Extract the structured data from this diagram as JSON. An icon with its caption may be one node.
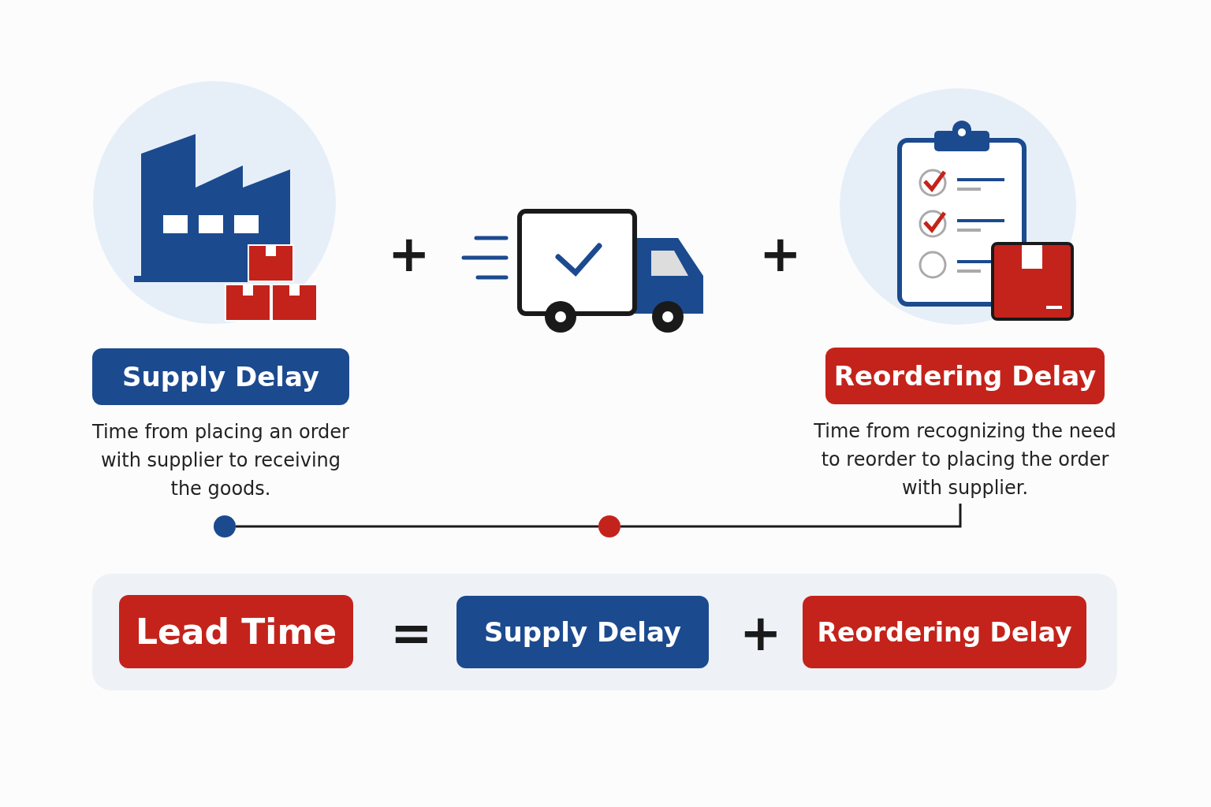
{
  "diagram": {
    "nodes": [
      {
        "text": [
          "Supply Delay"
        ],
        "beside": [
          "Time from placing an order with supplier to receiving the goods."
        ]
      },
      {
        "text": [
          "Reordering Delay"
        ],
        "beside": [
          "Time from recognizing the need to reorder to placing the order with supplier."
        ]
      },
      {
        "text": [],
        "shape": "box"
      },
      {
        "text": [
          "Lead Time"
        ],
        "in": 2
      },
      {
        "text": [
          "Supply Delay"
        ],
        "in": 2
      },
      {
        "text": [
          "Reordering Delay"
        ],
        "in": 2
      },
      {
        "text": [],
        "shape": "circle"
      },
      {
        "text": [],
        "shape": "circle"
      }
    ],
    "edges": [
      {
        "from": 6,
        "to": 7,
        "arrow": "none"
      },
      {
        "from": 7,
        "to": 1,
        "arrow": "none"
      }
    ],
    "labels": [
      "+",
      "+",
      "=",
      "+"
    ]
  }
}
